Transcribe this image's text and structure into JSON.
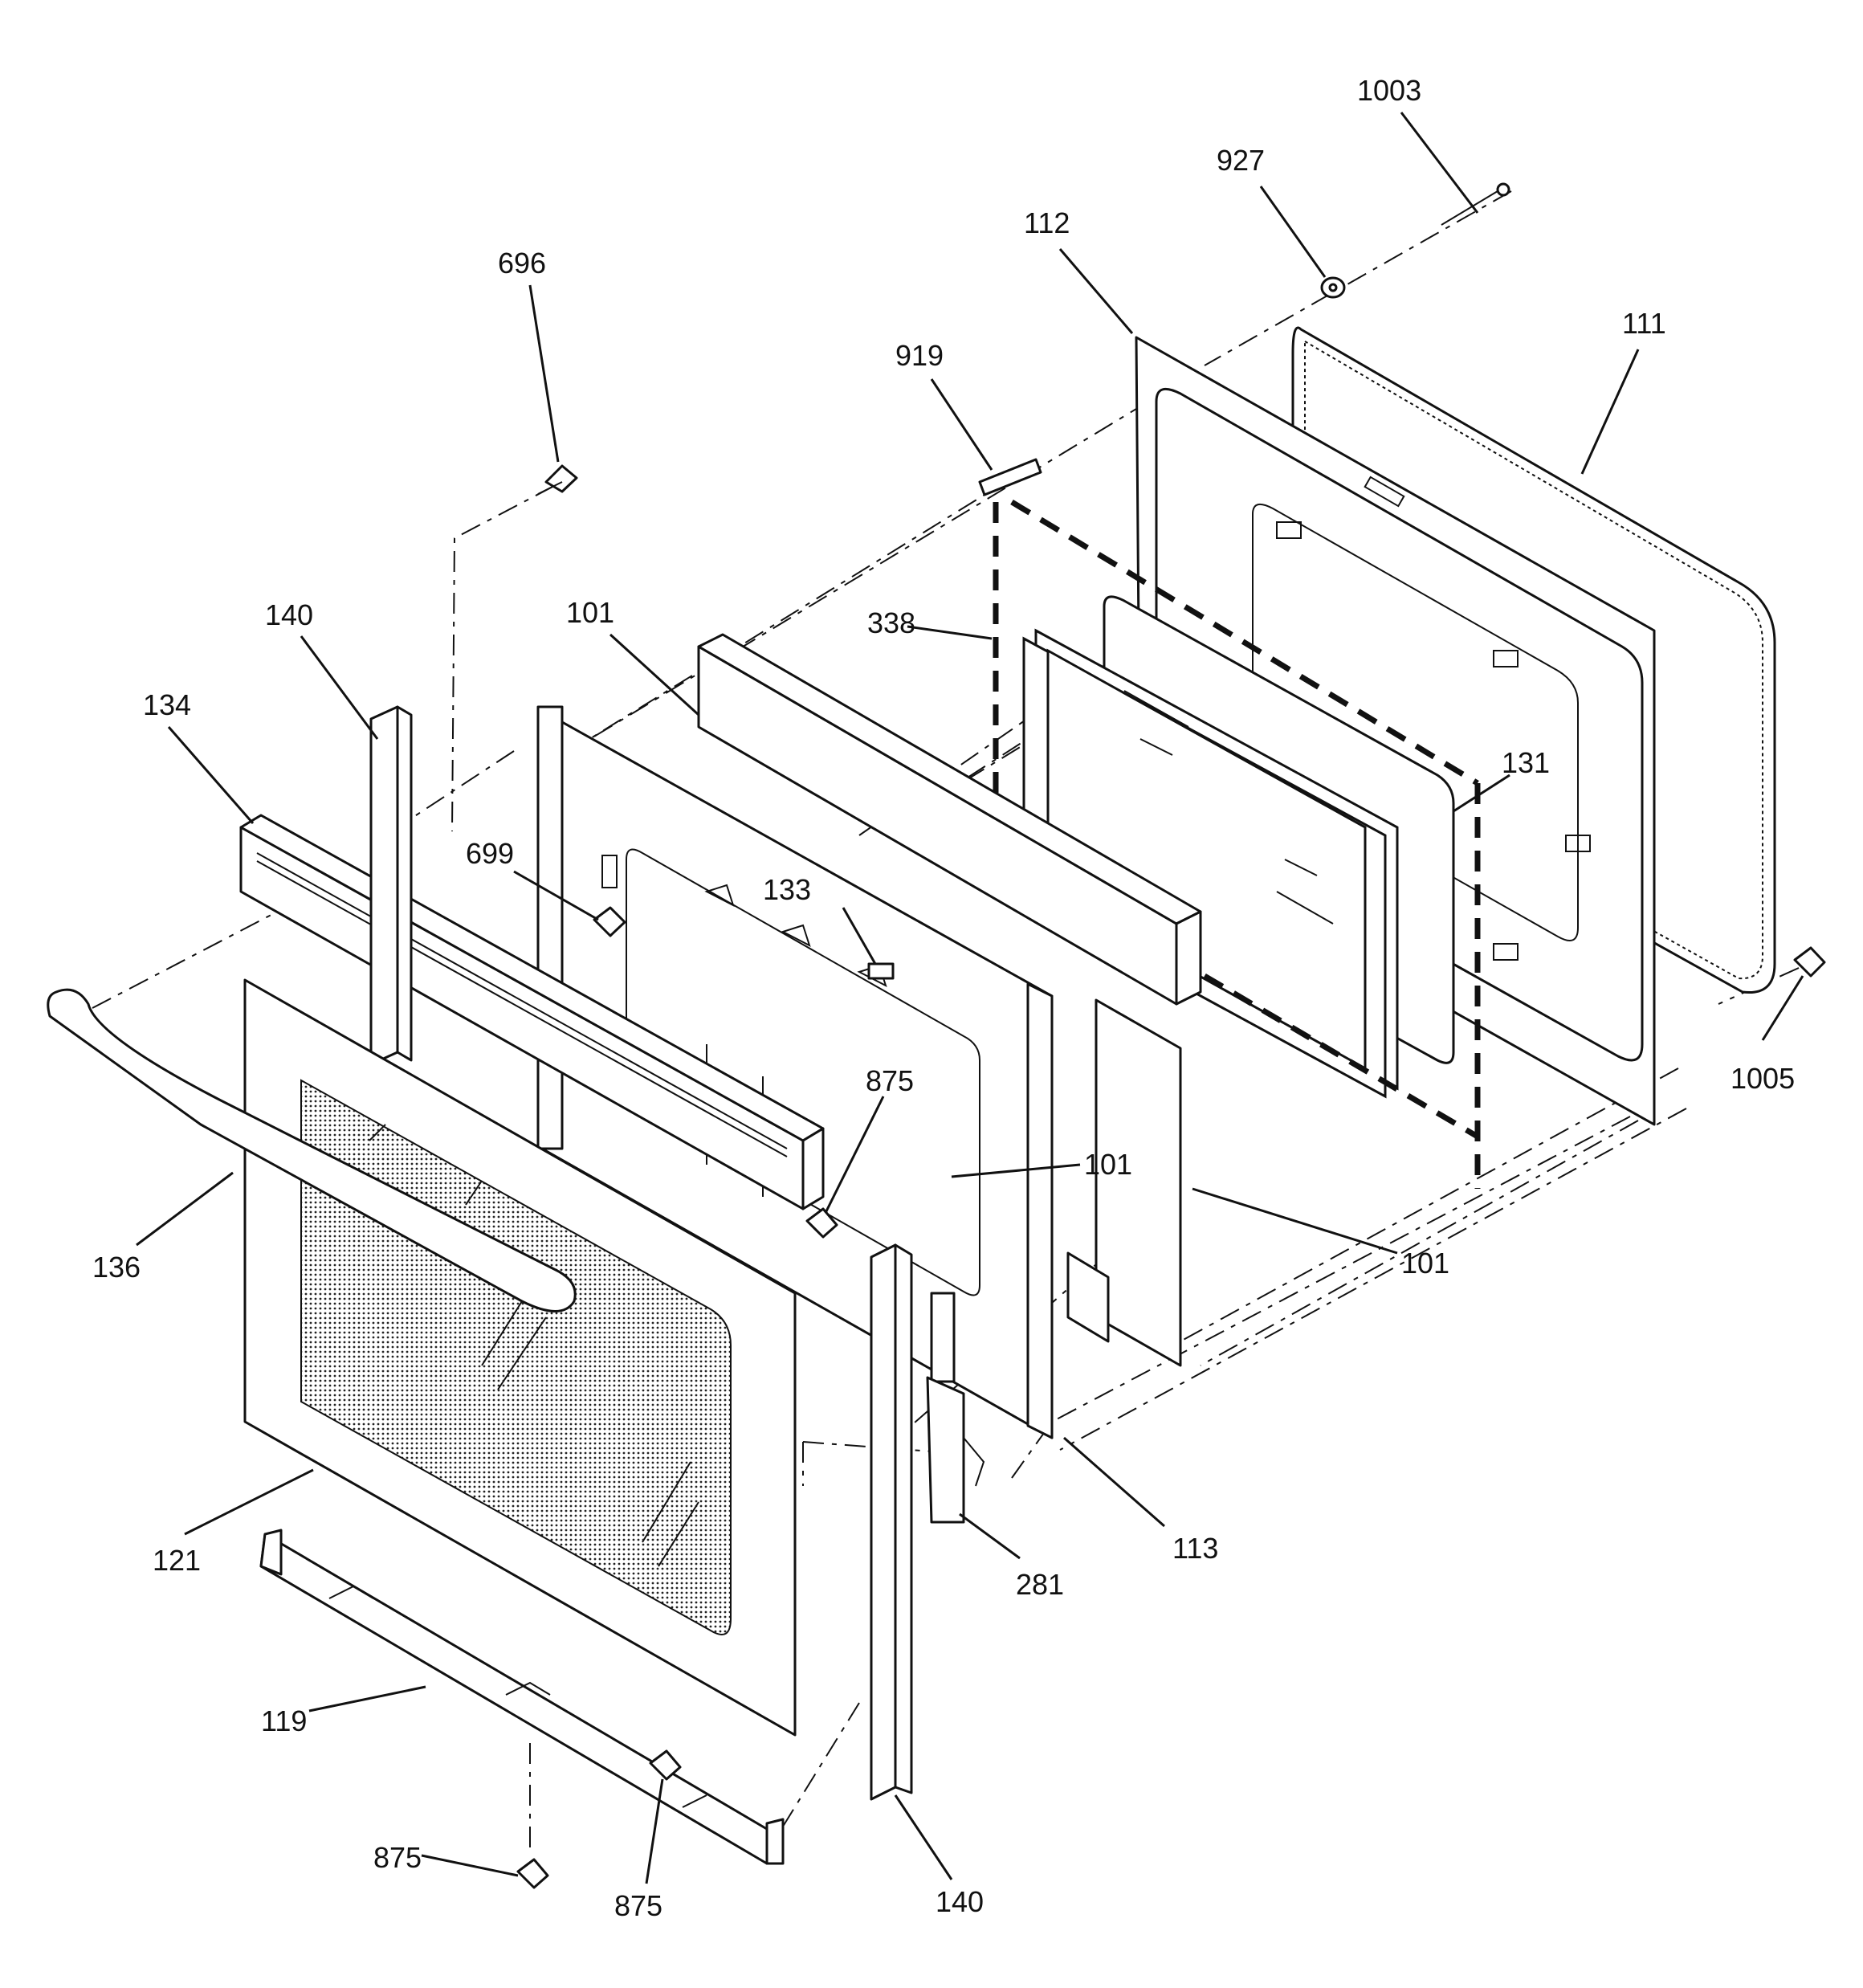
{
  "labels": [
    {
      "id": "1003",
      "text": "1003"
    },
    {
      "id": "927",
      "text": "927"
    },
    {
      "id": "112",
      "text": "112"
    },
    {
      "id": "111",
      "text": "111"
    },
    {
      "id": "696",
      "text": "696"
    },
    {
      "id": "919",
      "text": "919"
    },
    {
      "id": "338",
      "text": "338"
    },
    {
      "id": "101a",
      "text": "101"
    },
    {
      "id": "140a",
      "text": "140"
    },
    {
      "id": "134",
      "text": "134"
    },
    {
      "id": "131",
      "text": "131"
    },
    {
      "id": "699",
      "text": "699"
    },
    {
      "id": "133",
      "text": "133"
    },
    {
      "id": "1005",
      "text": "1005"
    },
    {
      "id": "875a",
      "text": "875"
    },
    {
      "id": "101b",
      "text": "101"
    },
    {
      "id": "136",
      "text": "136"
    },
    {
      "id": "101c",
      "text": "101"
    },
    {
      "id": "121",
      "text": "121"
    },
    {
      "id": "113",
      "text": "113"
    },
    {
      "id": "281",
      "text": "281"
    },
    {
      "id": "119",
      "text": "119"
    },
    {
      "id": "875b",
      "text": "875"
    },
    {
      "id": "875c",
      "text": "875"
    },
    {
      "id": "140b",
      "text": "140"
    }
  ]
}
